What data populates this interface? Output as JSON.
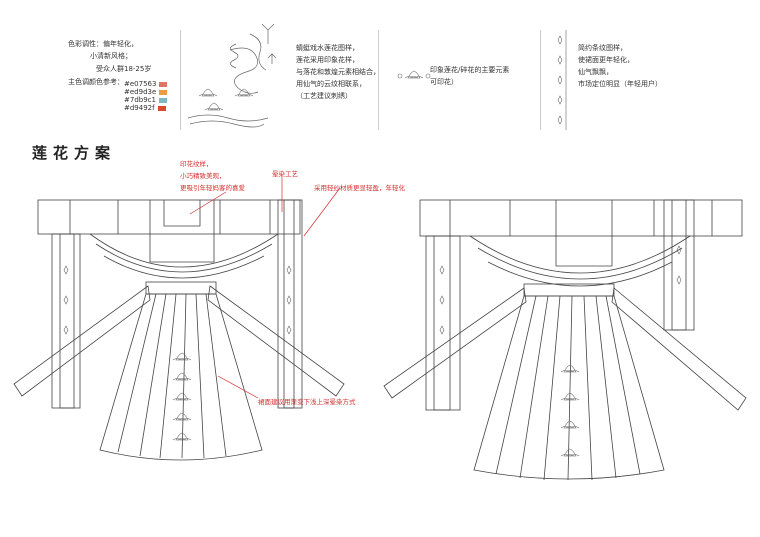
{
  "intro": {
    "line1": "色彩调性：偏年轻化，",
    "line2": "小清新风格；",
    "line3": "受众人群18-25岁",
    "palette_label": "主色调颜色参考：",
    "palette": [
      {
        "hex": "#e07563"
      },
      {
        "hex": "#ed9d3e"
      },
      {
        "hex": "#7db9c1"
      },
      {
        "hex": "#d9492f"
      }
    ]
  },
  "element_notes": {
    "lotus": [
      "蜻蜓戏水莲花图样，",
      "莲花采用印象花样，",
      "与落花和敦煌元素相结合，",
      "用仙气的云纹相联系，",
      "（工艺建议刺绣）"
    ],
    "flower": [
      "印象莲花/碎花的主要元素",
      "可印花）"
    ],
    "stripe": [
      "简约条纹图样，",
      "使裙面更年轻化，",
      "仙气飘飘，",
      "市场定位明显（年轻用户）"
    ]
  },
  "section_title": "莲花方案",
  "annotations": {
    "print": [
      "印花纹样，",
      "小巧精致美观，",
      "更吸引年轻妈客的喜爱"
    ],
    "craft": "晕染工艺",
    "fabric": "采用轻纱材质更显轻盈，年轻化",
    "skirt": "裙面建议用渐变下浅上深晕染方式"
  },
  "colors": {
    "accent_red": "#d43030",
    "line": "#555555"
  }
}
